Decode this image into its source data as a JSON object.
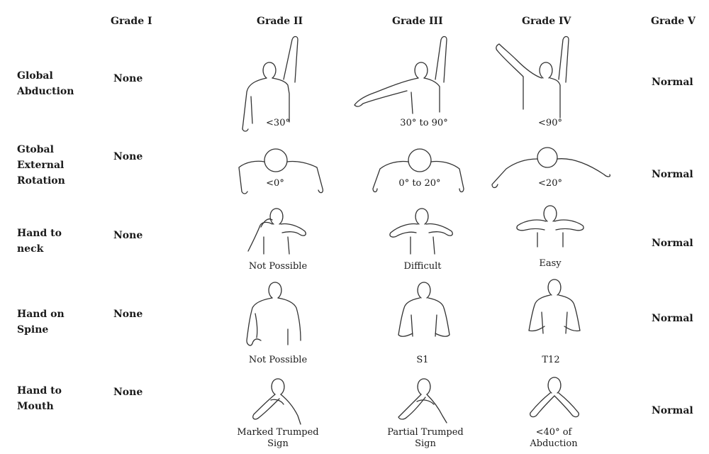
{
  "headers": {
    "grade1": "Grade I",
    "grade2": "Grade II",
    "grade3": "Grade III",
    "grade4": "Grade IV",
    "grade5": "Grade V"
  },
  "rows": [
    {
      "label": "Global\nAbduction",
      "grade1": "None",
      "grade5": "Normal",
      "captions": [
        "<30°",
        "30° to 90°",
        "<90°"
      ]
    },
    {
      "label": "Gtobal\nExternal\nRotation",
      "grade1": "None",
      "grade5": "Normal",
      "captions": [
        "<0°",
        "0° to 20°",
        "<20°"
      ]
    },
    {
      "label": "Hand to\nneck",
      "grade1": "None",
      "grade5": "Normal",
      "captions": [
        "Not Possible",
        "Difficult",
        "Easy"
      ]
    },
    {
      "label": "Hand on\nSpine",
      "grade1": "None",
      "grade5": "Normal",
      "captions": [
        "Not Possible",
        "S1",
        "T12"
      ]
    },
    {
      "label": "Hand to\nMouth",
      "grade1": "None",
      "grade5": "Normal",
      "captions": [
        "Marked Trumped\nSign",
        "Partial Trumped\nSign",
        "<40° of\nAbduction"
      ]
    }
  ]
}
